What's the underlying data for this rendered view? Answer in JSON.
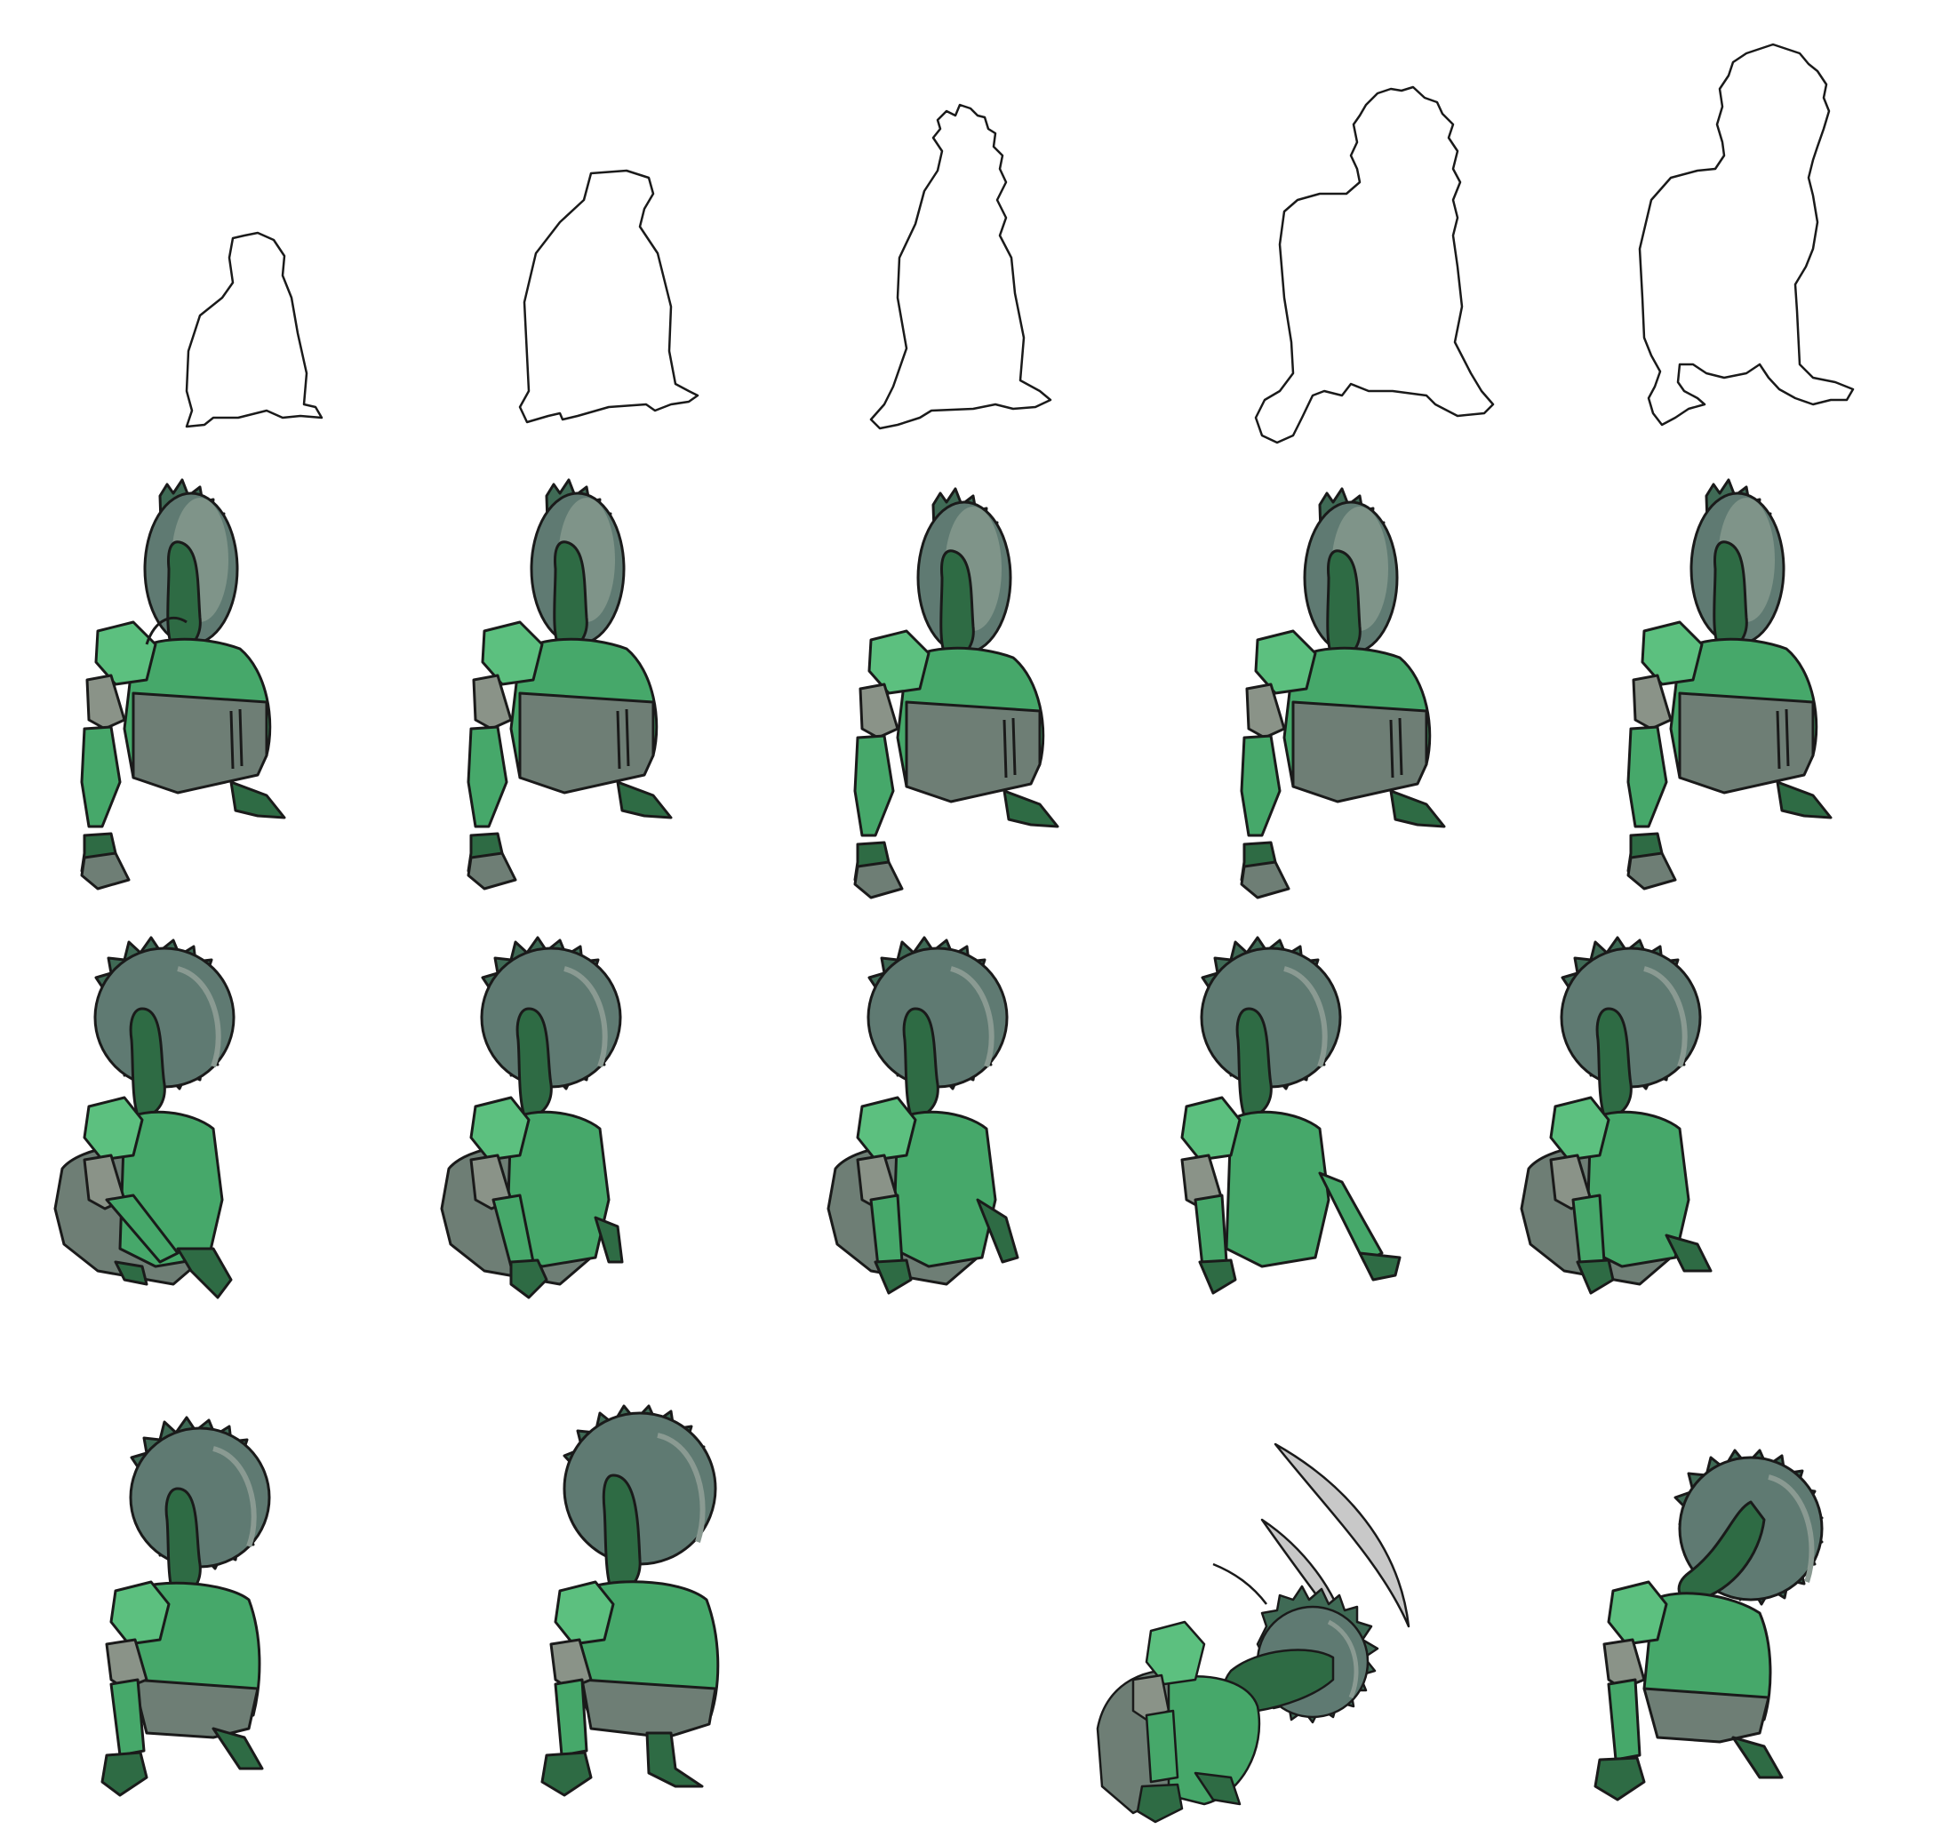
{
  "sheet": {
    "background": "#ffffff",
    "palette": {
      "outline": "#1a1a1a",
      "body_green": "#46a86a",
      "body_green_light": "#5cc07f",
      "dark_green": "#2e6b44",
      "shell_gray": "#5f7a72",
      "shell_gray_light": "#7f9489",
      "joint_gray": "#8a9388",
      "shadow_gray": "#6e7e75",
      "swipe_gray": "#c8c8c8"
    },
    "rows": [
      {
        "name": "silhouette-row",
        "style": "outline",
        "frames": [
          {
            "kind": "silhouette",
            "variant": "crouch-small"
          },
          {
            "kind": "silhouette",
            "variant": "crouch-round"
          },
          {
            "kind": "silhouette",
            "variant": "crouch-spiky"
          },
          {
            "kind": "silhouette",
            "variant": "stand-spiky"
          },
          {
            "kind": "silhouette",
            "variant": "stand-tall"
          }
        ]
      },
      {
        "name": "idle-row",
        "style": "color",
        "frames": [
          {
            "kind": "character",
            "pose": "crouch"
          },
          {
            "kind": "character",
            "pose": "crouch"
          },
          {
            "kind": "character",
            "pose": "crouch"
          },
          {
            "kind": "character",
            "pose": "crouch"
          },
          {
            "kind": "character",
            "pose": "crouch"
          }
        ]
      },
      {
        "name": "walk-row",
        "style": "color",
        "frames": [
          {
            "kind": "character",
            "pose": "walk-a"
          },
          {
            "kind": "character",
            "pose": "walk-b"
          },
          {
            "kind": "character",
            "pose": "walk-c"
          },
          {
            "kind": "character",
            "pose": "walk-d"
          },
          {
            "kind": "character",
            "pose": "walk-e"
          }
        ]
      },
      {
        "name": "action-row",
        "style": "color",
        "frames": [
          {
            "kind": "character",
            "pose": "stand"
          },
          {
            "kind": "character",
            "pose": "stand-wide"
          },
          {
            "kind": "empty"
          },
          {
            "kind": "character",
            "pose": "spin-attack"
          },
          {
            "kind": "character",
            "pose": "crouch-low"
          }
        ]
      }
    ]
  }
}
